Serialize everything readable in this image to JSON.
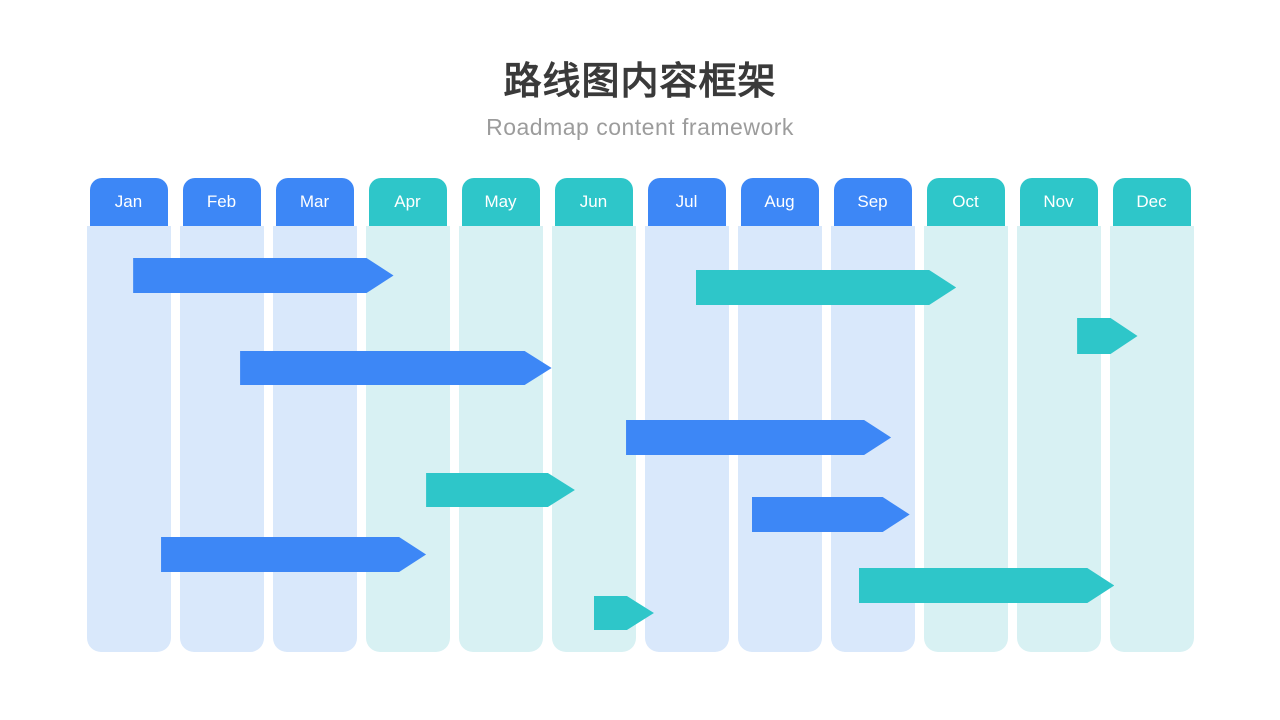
{
  "title": "路线图内容框架",
  "subtitle": "Roadmap content framework",
  "colors": {
    "blue": "#3d87f6",
    "teal": "#2ec6c9",
    "light_blue": "#d9e8fb",
    "light_teal": "#d8f1f3",
    "title_text": "#3a3a3a",
    "subtitle_text": "#9c9c9c",
    "header_label": "#ffffff"
  },
  "chart_data": {
    "type": "bar",
    "subtype": "gantt-roadmap",
    "title": "路线图内容框架",
    "subtitle": "Roadmap content framework",
    "x_axis": "months",
    "x_range": [
      0,
      12
    ],
    "grid": "off",
    "legend": "none",
    "months": [
      {
        "label": "Jan",
        "scheme": "blue"
      },
      {
        "label": "Feb",
        "scheme": "blue"
      },
      {
        "label": "Mar",
        "scheme": "blue"
      },
      {
        "label": "Apr",
        "scheme": "teal"
      },
      {
        "label": "May",
        "scheme": "teal"
      },
      {
        "label": "Jun",
        "scheme": "teal"
      },
      {
        "label": "Jul",
        "scheme": "blue"
      },
      {
        "label": "Aug",
        "scheme": "blue"
      },
      {
        "label": "Sep",
        "scheme": "blue"
      },
      {
        "label": "Oct",
        "scheme": "teal"
      },
      {
        "label": "Nov",
        "scheme": "teal"
      },
      {
        "label": "Dec",
        "scheme": "teal"
      }
    ],
    "bars": [
      {
        "row": 1,
        "start": 0.55,
        "end": 3.35,
        "y": 80,
        "h": 35,
        "color": "blue"
      },
      {
        "row": 2,
        "start": 6.6,
        "end": 9.4,
        "y": 92,
        "h": 35,
        "color": "teal"
      },
      {
        "row": 3,
        "start": 10.7,
        "end": 11.35,
        "y": 140,
        "h": 36,
        "color": "teal"
      },
      {
        "row": 4,
        "start": 1.7,
        "end": 5.05,
        "y": 173,
        "h": 34,
        "color": "blue"
      },
      {
        "row": 5,
        "start": 5.85,
        "end": 8.7,
        "y": 242,
        "h": 35,
        "color": "blue"
      },
      {
        "row": 6,
        "start": 3.7,
        "end": 5.3,
        "y": 295,
        "h": 34,
        "color": "teal"
      },
      {
        "row": 7,
        "start": 7.2,
        "end": 8.9,
        "y": 319,
        "h": 35,
        "color": "blue"
      },
      {
        "row": 8,
        "start": 0.85,
        "end": 3.7,
        "y": 359,
        "h": 35,
        "color": "blue"
      },
      {
        "row": 9,
        "start": 8.35,
        "end": 11.1,
        "y": 390,
        "h": 35,
        "color": "teal"
      },
      {
        "row": 10,
        "start": 5.5,
        "end": 6.15,
        "y": 418,
        "h": 34,
        "color": "teal"
      }
    ]
  }
}
